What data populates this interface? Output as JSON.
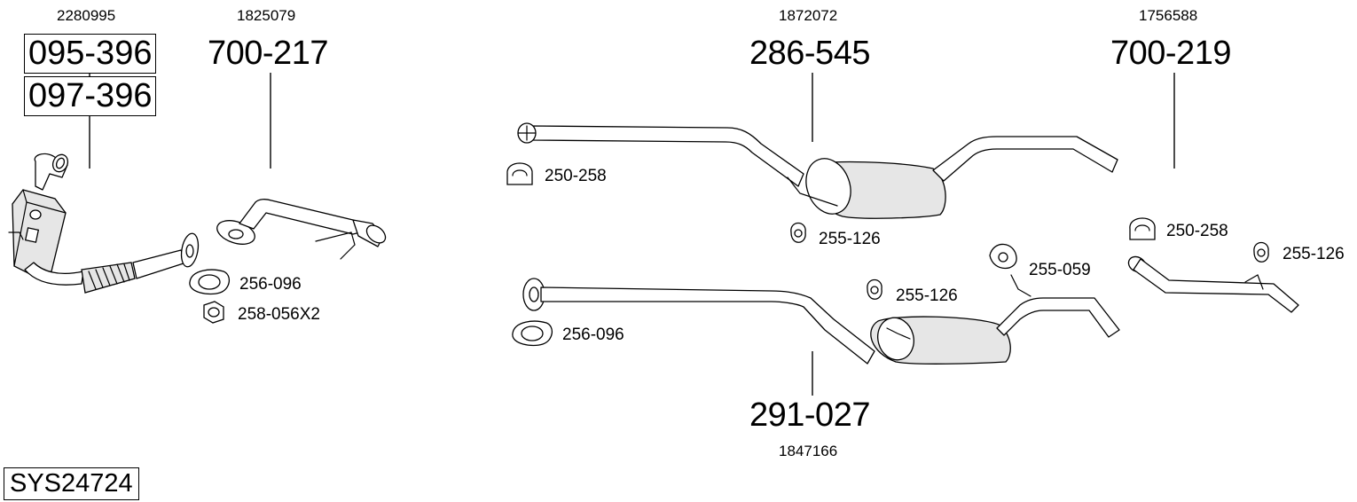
{
  "system_code": "SYS24724",
  "groups": [
    {
      "oem": "2280995",
      "parts": [
        "095-396",
        "097-396"
      ]
    },
    {
      "oem": "1825079",
      "part": "700-217"
    },
    {
      "oem": "1872072",
      "part": "286-545"
    },
    {
      "oem": "1756588",
      "part": "700-219"
    },
    {
      "oem": "1847166",
      "part": "291-027"
    }
  ],
  "accessories": {
    "gasket_left": "256-096",
    "nut_left": "258-056X2",
    "clamp_top": "250-258",
    "hanger_mid_top": "255-126",
    "gasket_mid": "256-096",
    "hanger_mid_low": "255-126",
    "hanger_ring": "255-059",
    "clamp_right": "250-258",
    "hanger_right": "255-126"
  }
}
